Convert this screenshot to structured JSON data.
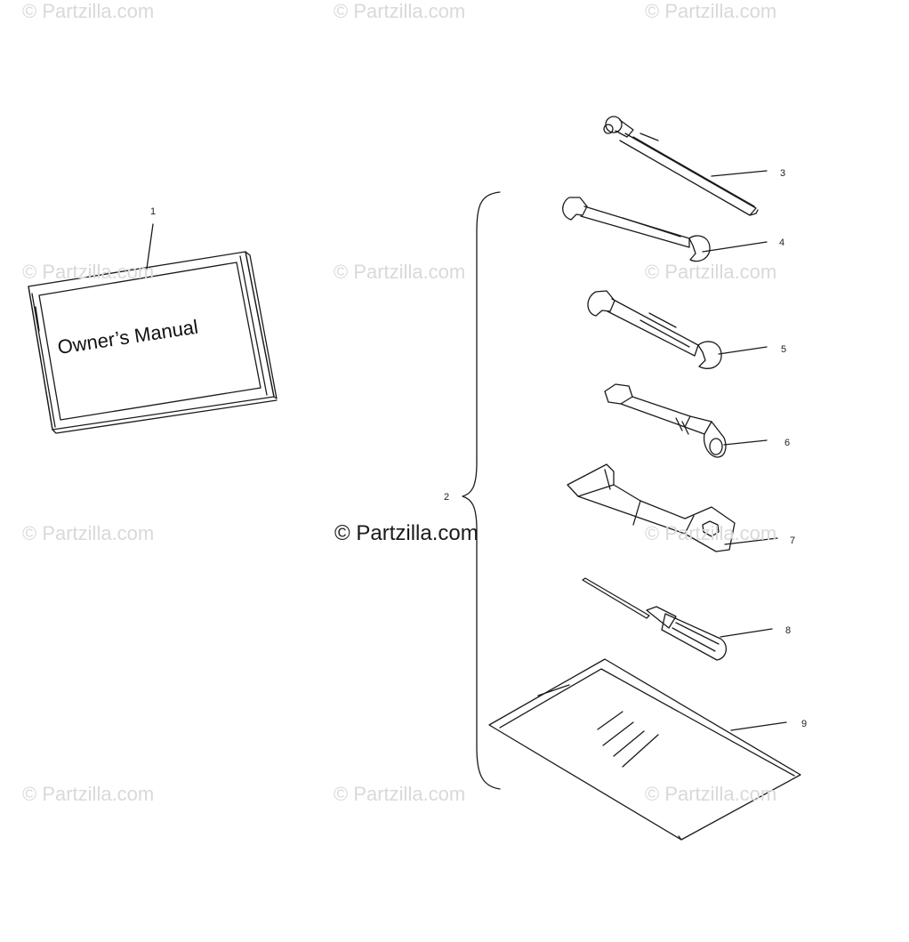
{
  "watermark": {
    "text": "© Partzilla.com",
    "center_text": "© Partzilla.com"
  },
  "manual": {
    "title": "Owner’s Manual"
  },
  "callouts": [
    "1",
    "2",
    "3",
    "4",
    "5",
    "6",
    "7",
    "8",
    "9"
  ],
  "colors": {
    "line": "#1a1a1a",
    "watermark": "#d9d9d9",
    "background": "#ffffff"
  }
}
